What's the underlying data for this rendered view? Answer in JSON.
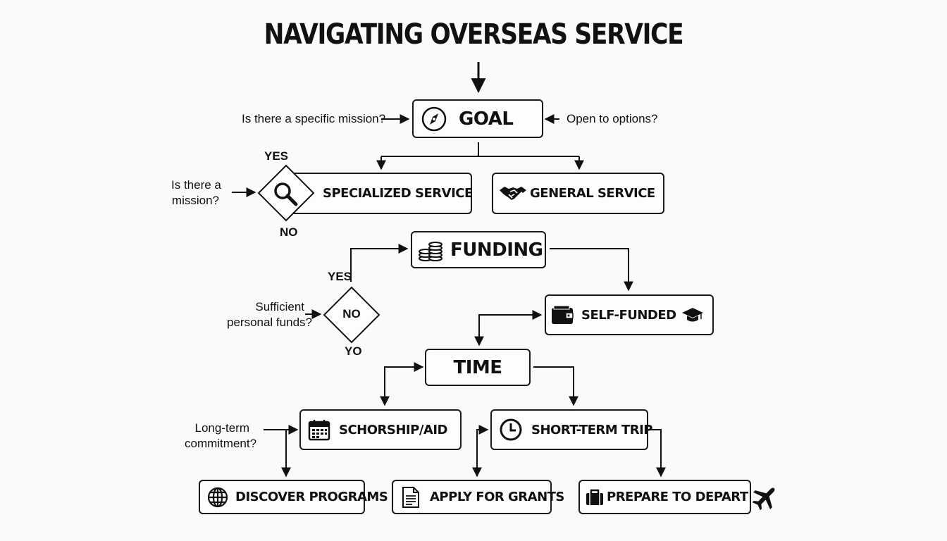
{
  "title": "NAVIGATING OVERSEAS SERVICE",
  "nodes": {
    "goal": {
      "label": "GOAL",
      "icon": "compass-icon"
    },
    "specialized": {
      "label": "SPECIALIZED SERVICE",
      "icon": "magnifier-icon"
    },
    "general": {
      "label": "GENERAL SERVICE",
      "icon": "handshake-icon"
    },
    "funding": {
      "label": "FUNDING",
      "icon": "coins-icon"
    },
    "self_funded": {
      "label": "SELF-FUNDED",
      "icons": [
        "wallet-icon",
        "graduation-cap-icon"
      ]
    },
    "time": {
      "label": "TIME"
    },
    "scholarship": {
      "label": "SCHORSHIP/AID",
      "icon": "calendar-icon"
    },
    "short_term": {
      "label": "SHORT-TERM TRIP",
      "icon": "clock-icon"
    },
    "discover": {
      "label": "DISCOVER PROGRAMS",
      "icon": "globe-icon"
    },
    "apply": {
      "label": "APPLY FOR GRANTS",
      "icon": "document-icon"
    },
    "prepare": {
      "label": "PREPARE TO DEPART",
      "icons": [
        "suitcase-icon",
        "airplane-icon"
      ]
    }
  },
  "questions": {
    "specific_mission": "Is there a specific mission?",
    "open_options": "Open to options?",
    "is_mission_1": "Is there a",
    "is_mission_2": "mission?",
    "sufficient_1": "Sufficient",
    "sufficient_2": "personal funds?",
    "long_term_1": "Long-term",
    "long_term_2": "commitment?"
  },
  "decisions": {
    "mission": {
      "yes": "YES",
      "no": "NO"
    },
    "funds": {
      "center": "NO",
      "yes": "YES",
      "bottom": "YO"
    }
  }
}
